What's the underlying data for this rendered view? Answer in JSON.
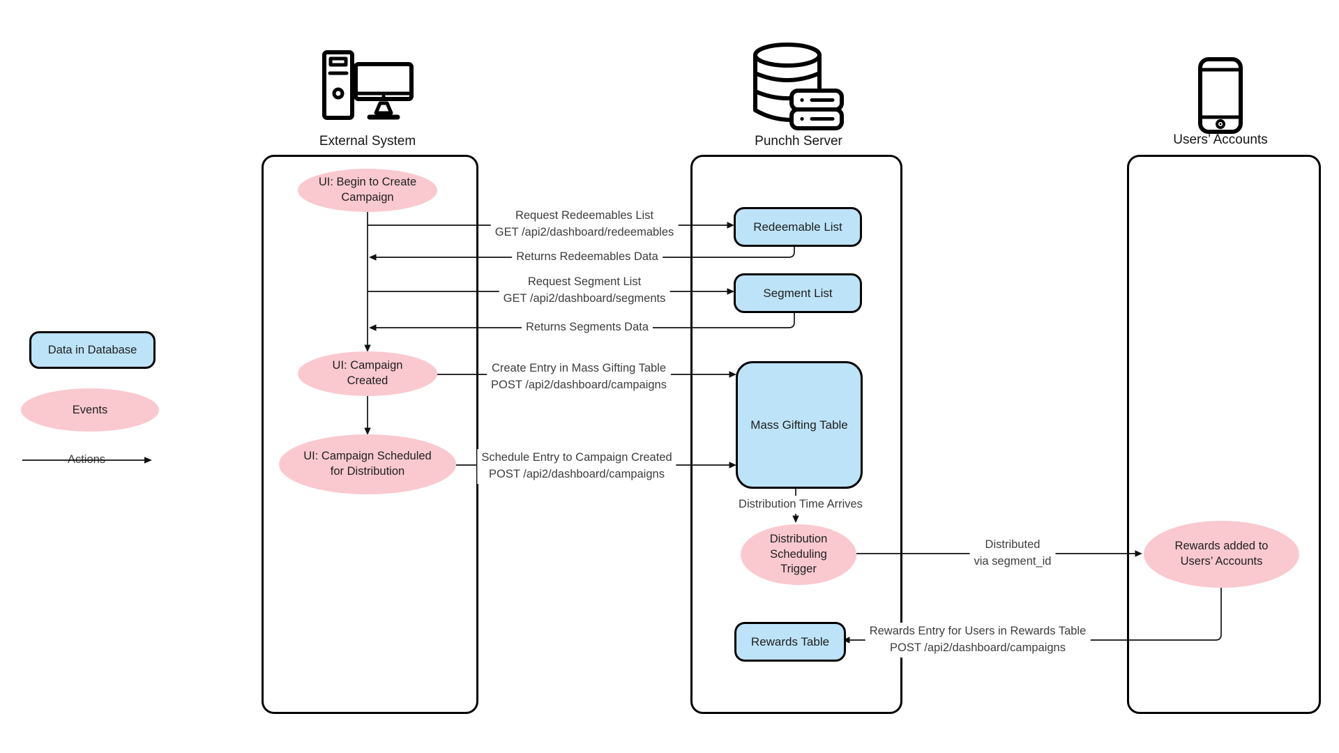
{
  "palette": {
    "background": "#ffffff",
    "line_color": "#111111",
    "datastore_fill": "#BDE3F8",
    "event_fill": "#F9C9CF",
    "border_color": "#000000",
    "edge_label_color": "#3d3d3d",
    "node_text_color": "#1e1e1e"
  },
  "columns": [
    {
      "label": "External System",
      "icon": "computer-icon"
    },
    {
      "label": "Punchh Server",
      "icon": "database-server-icon"
    },
    {
      "label": "Users’ Accounts",
      "icon": "smartphone-icon"
    }
  ],
  "legend": {
    "data_in_database": "Data in Database",
    "events": "Events",
    "actions": "Actions"
  },
  "events": {
    "ui_begin": "UI: Begin to Create\nCampaign",
    "ui_created": "UI: Campaign\nCreated",
    "ui_scheduled": "UI: Campaign Scheduled\nfor Distribution",
    "trigger": "Distribution\nScheduling\nTrigger",
    "rewards_added": "Rewards added to\nUsers’ Accounts"
  },
  "datastores": {
    "redeemable_list": "Redeemable List",
    "segment_list": "Segment List",
    "mass_gifting": "Mass Gifting Table",
    "rewards_table": "Rewards Table"
  },
  "edge_labels": {
    "request_redeemables": "Request Redeemables List\nGET /api2/dashboard/redeemables",
    "returns_redeemables": "Returns Redeemables Data",
    "request_segments": "Request Segment List\nGET /api2/dashboard/segments",
    "returns_segments": "Returns Segments Data",
    "create_entry": "Create Entry in Mass Gifting Table\nPOST /api2/dashboard/campaigns",
    "schedule_entry": "Schedule Entry to Campaign Created\nPOST /api2/dashboard/campaigns",
    "distribution_time": "Distribution Time Arrives",
    "distributed": "Distributed\nvia segment_id",
    "rewards_entry": "Rewards Entry for Users in Rewards Table\nPOST /api2/dashboard/campaigns"
  }
}
